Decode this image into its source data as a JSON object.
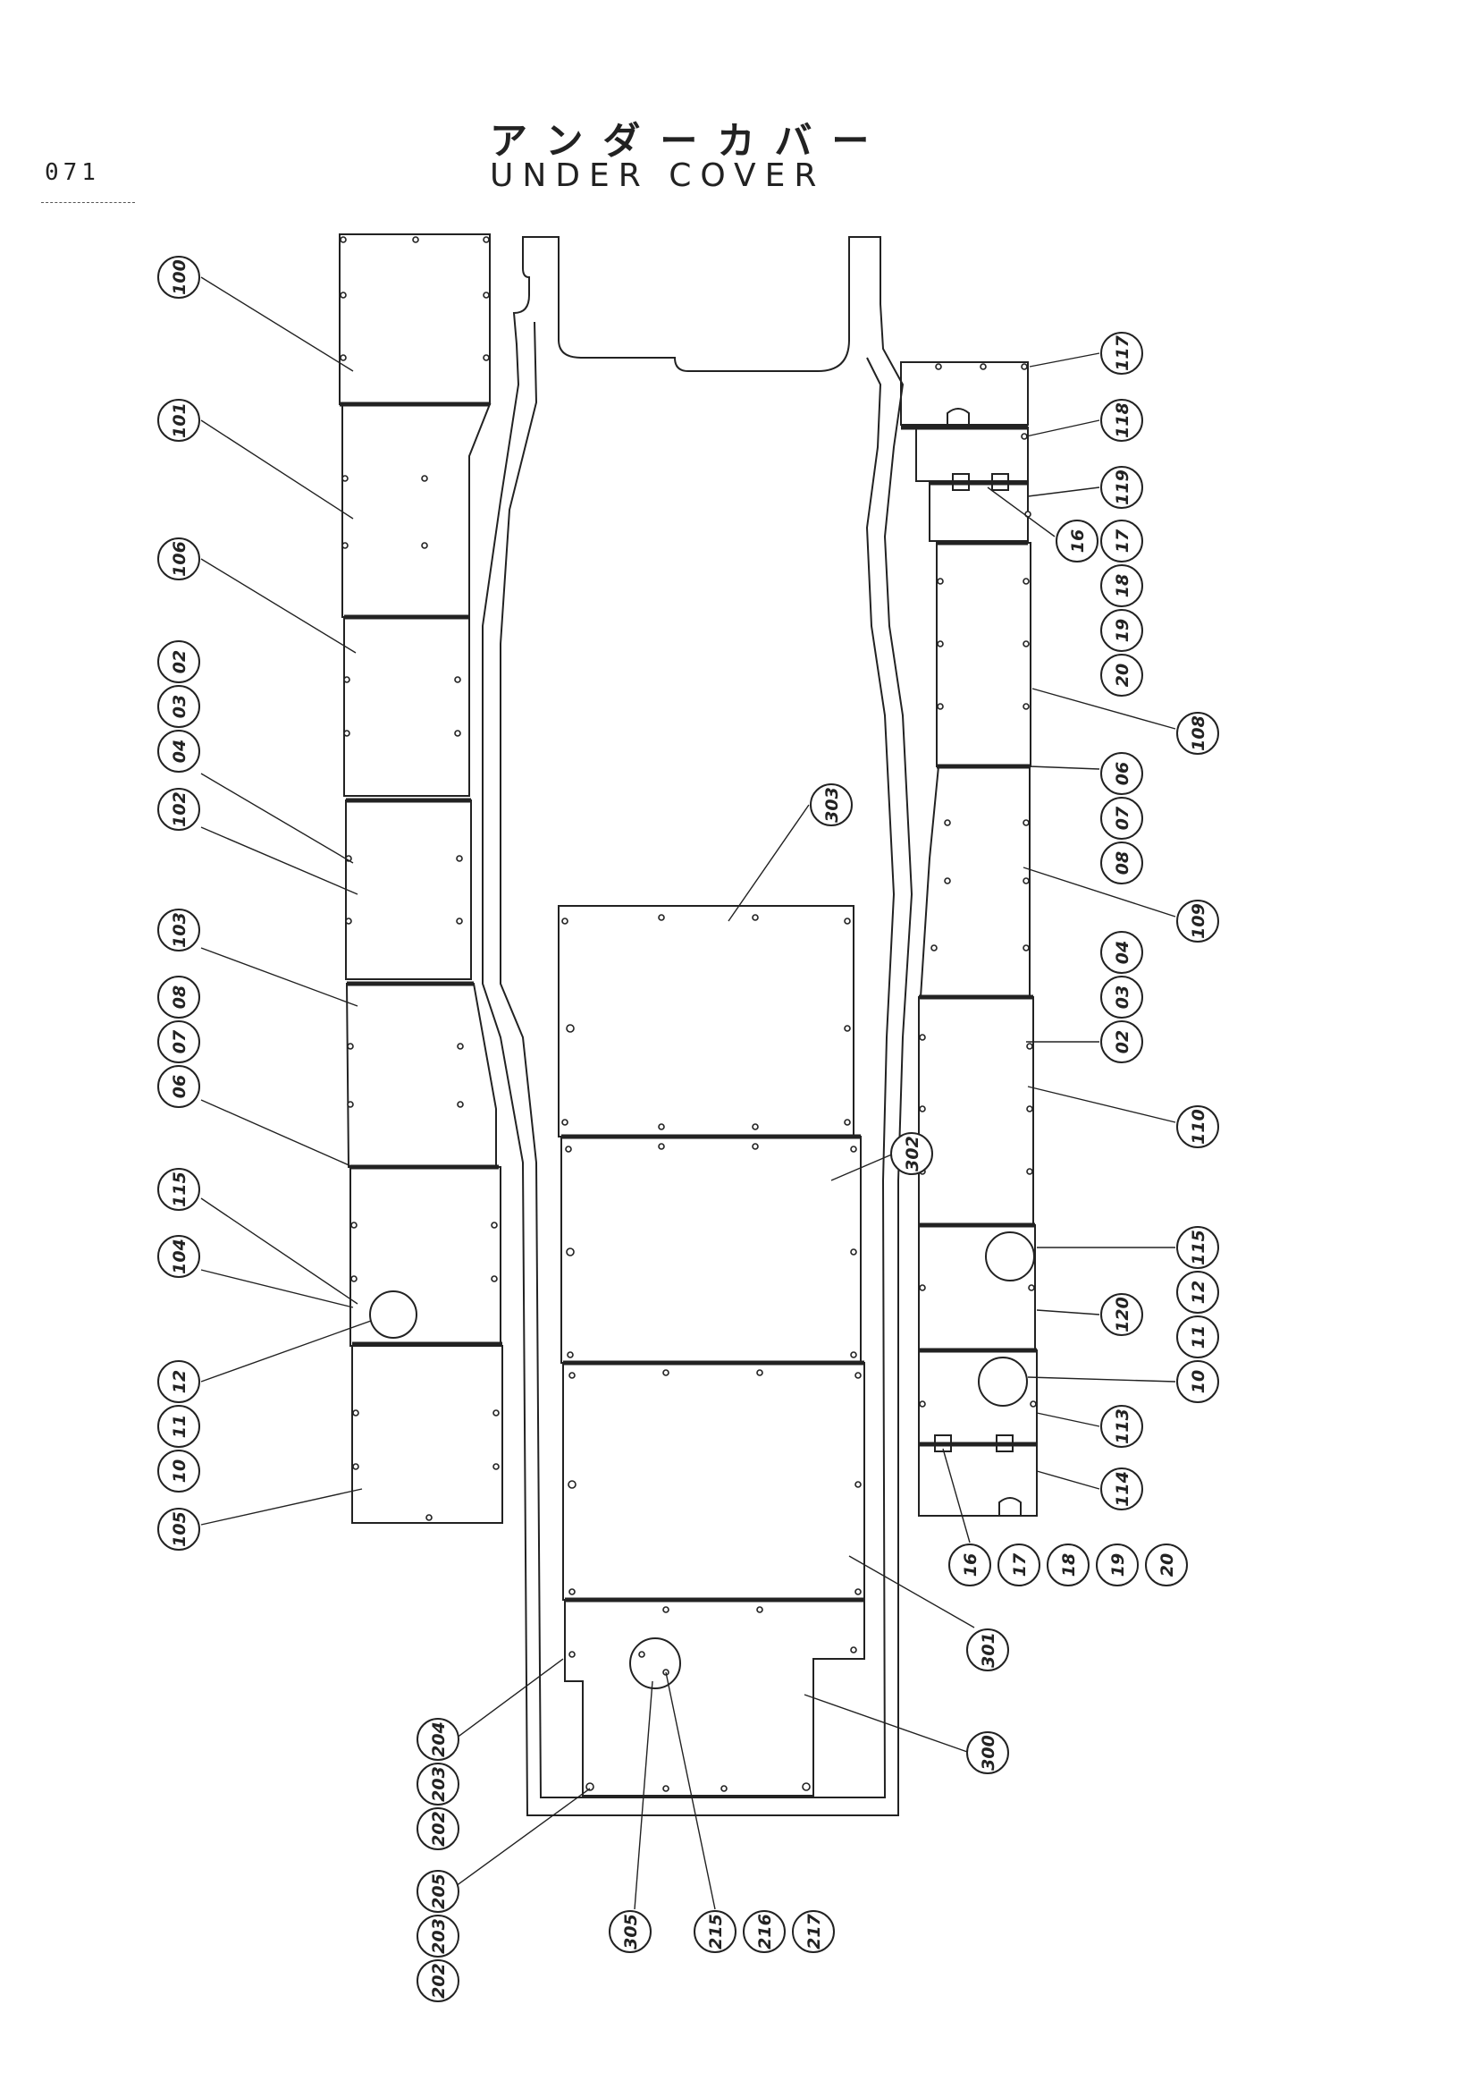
{
  "page_number": "071",
  "title_ja": "アンダーカバー",
  "title_en": "UNDER COVER",
  "callouts": [
    {
      "id": "c100",
      "label": "100"
    },
    {
      "id": "c101",
      "label": "101"
    },
    {
      "id": "c106",
      "label": "106"
    },
    {
      "id": "c02a",
      "label": "02"
    },
    {
      "id": "c03a",
      "label": "03"
    },
    {
      "id": "c04a",
      "label": "04"
    },
    {
      "id": "c102",
      "label": "102"
    },
    {
      "id": "c103",
      "label": "103"
    },
    {
      "id": "c08a",
      "label": "08"
    },
    {
      "id": "c07a",
      "label": "07"
    },
    {
      "id": "c06a",
      "label": "06"
    },
    {
      "id": "c115a",
      "label": "115"
    },
    {
      "id": "c104",
      "label": "104"
    },
    {
      "id": "c12a",
      "label": "12"
    },
    {
      "id": "c11a",
      "label": "11"
    },
    {
      "id": "c10a",
      "label": "10"
    },
    {
      "id": "c105",
      "label": "105"
    },
    {
      "id": "c117",
      "label": "117"
    },
    {
      "id": "c118",
      "label": "118"
    },
    {
      "id": "c119",
      "label": "119"
    },
    {
      "id": "c17a",
      "label": "17"
    },
    {
      "id": "c16a",
      "label": "16"
    },
    {
      "id": "c18a",
      "label": "18"
    },
    {
      "id": "c19a",
      "label": "19"
    },
    {
      "id": "c20a",
      "label": "20"
    },
    {
      "id": "c108",
      "label": "108"
    },
    {
      "id": "c06b",
      "label": "06"
    },
    {
      "id": "c07b",
      "label": "07"
    },
    {
      "id": "c08b",
      "label": "08"
    },
    {
      "id": "c109",
      "label": "109"
    },
    {
      "id": "c04b",
      "label": "04"
    },
    {
      "id": "c03b",
      "label": "03"
    },
    {
      "id": "c02b",
      "label": "02"
    },
    {
      "id": "c110",
      "label": "110"
    },
    {
      "id": "c115b",
      "label": "115"
    },
    {
      "id": "c12b",
      "label": "12"
    },
    {
      "id": "c120",
      "label": "120"
    },
    {
      "id": "c11b",
      "label": "11"
    },
    {
      "id": "c10b",
      "label": "10"
    },
    {
      "id": "c113",
      "label": "113"
    },
    {
      "id": "c114",
      "label": "114"
    },
    {
      "id": "c16b",
      "label": "16"
    },
    {
      "id": "c17b",
      "label": "17"
    },
    {
      "id": "c18b",
      "label": "18"
    },
    {
      "id": "c19b",
      "label": "19"
    },
    {
      "id": "c20b",
      "label": "20"
    },
    {
      "id": "c303",
      "label": "303"
    },
    {
      "id": "c302",
      "label": "302"
    },
    {
      "id": "c301",
      "label": "301"
    },
    {
      "id": "c300",
      "label": "300"
    },
    {
      "id": "c204a",
      "label": "204"
    },
    {
      "id": "c203a",
      "label": "203"
    },
    {
      "id": "c202a",
      "label": "202"
    },
    {
      "id": "c205",
      "label": "205"
    },
    {
      "id": "c203b",
      "label": "203"
    },
    {
      "id": "c202b",
      "label": "202"
    },
    {
      "id": "c305",
      "label": "305"
    },
    {
      "id": "c215",
      "label": "215"
    },
    {
      "id": "c216",
      "label": "216"
    },
    {
      "id": "c217",
      "label": "217"
    }
  ]
}
